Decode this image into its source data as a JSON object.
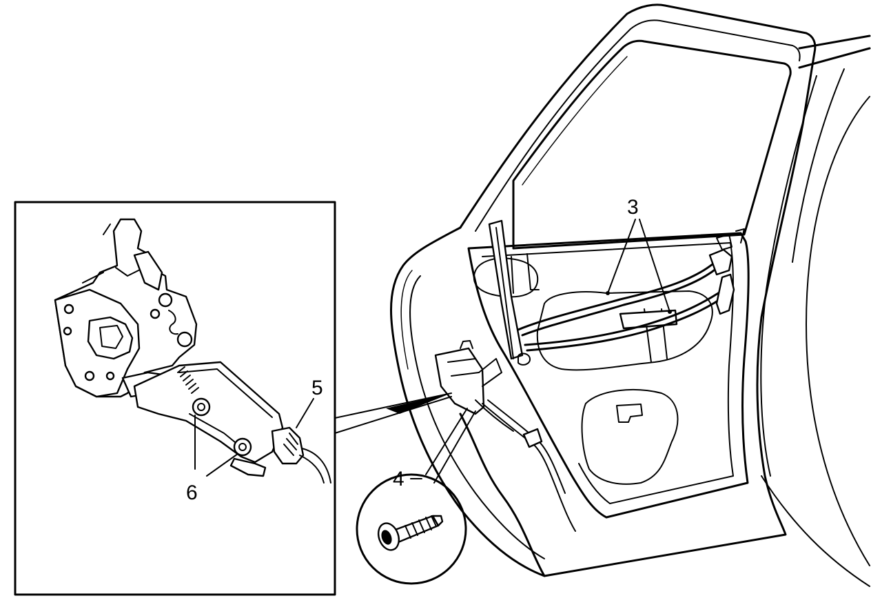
{
  "colors": {
    "line": "#000000",
    "background": "#ffffff"
  },
  "callouts": {
    "cable_label": "3",
    "screw_label": "4",
    "connector_label": "5",
    "bolt_label": "6"
  }
}
